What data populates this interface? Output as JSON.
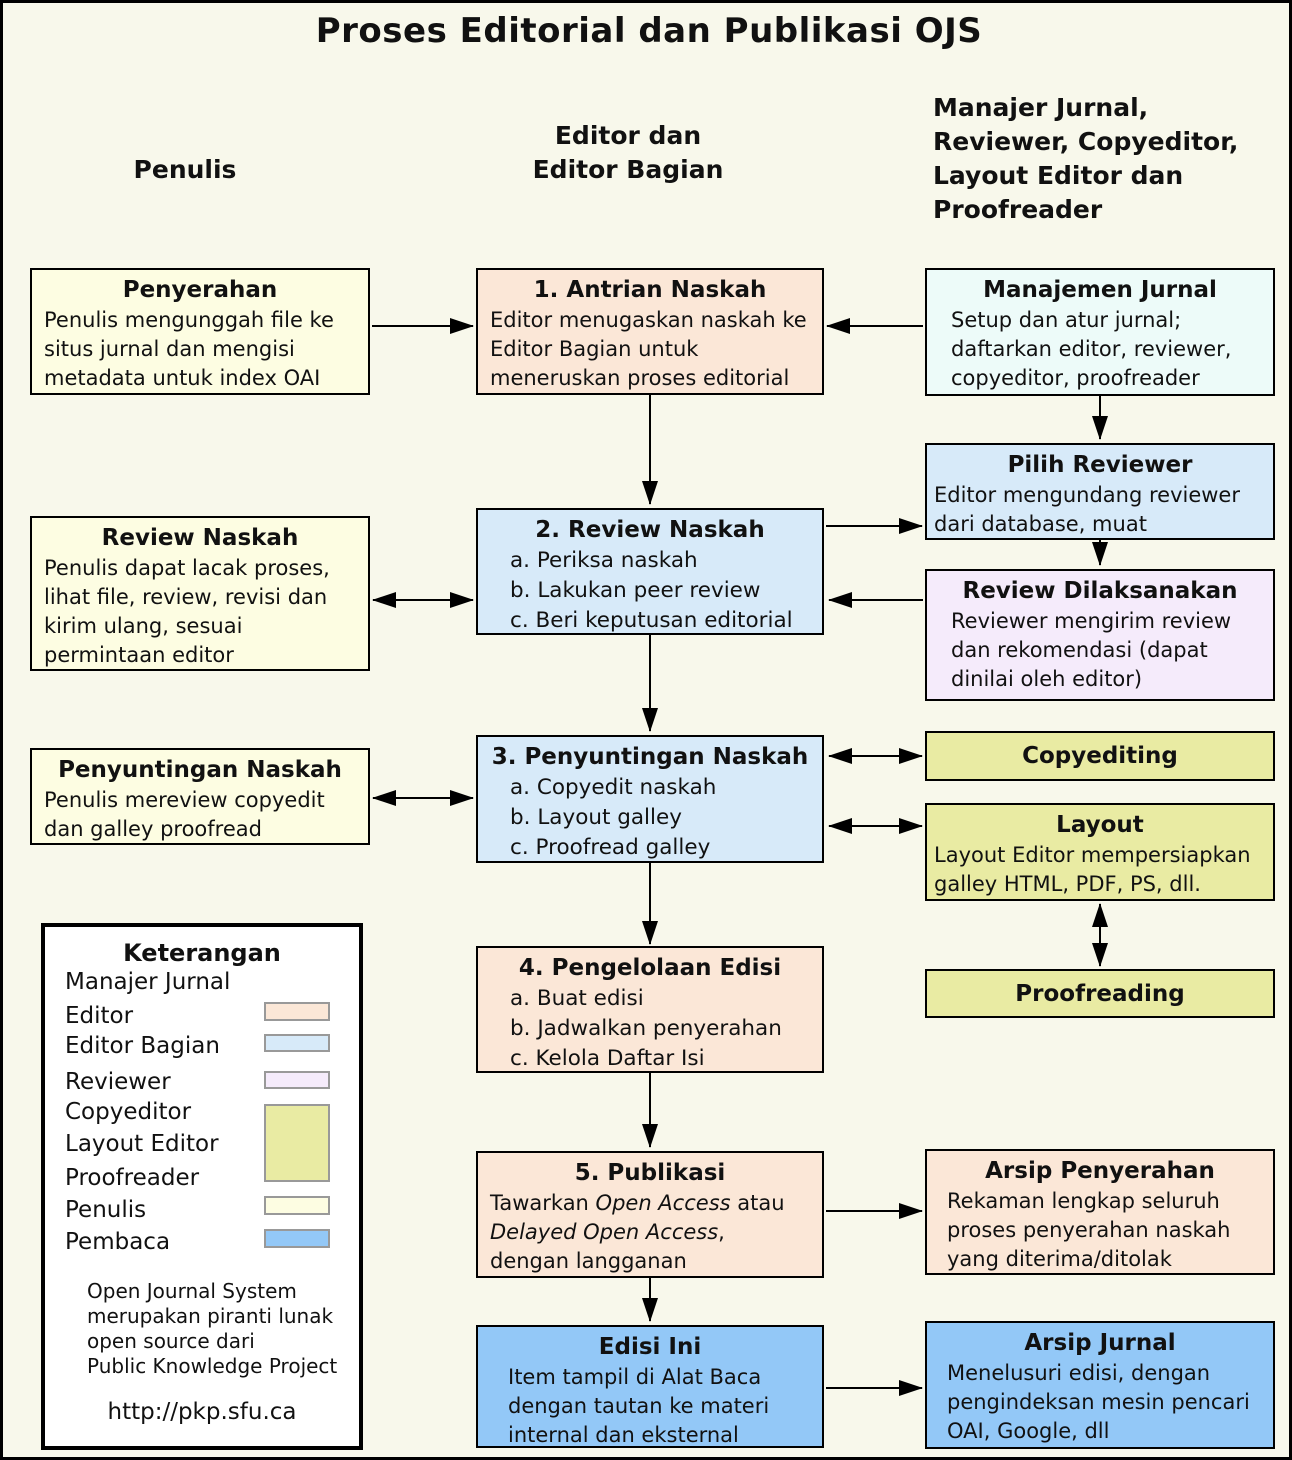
{
  "title": "Proses Editorial dan Publikasi OJS",
  "headers": {
    "penulis": "Penulis",
    "editor_line1": "Editor dan",
    "editor_line2": "Editor Bagian",
    "manajer_lines": [
      "Manajer Jurnal,",
      "Reviewer, Copyeditor,",
      "Layout Editor dan",
      "Proofreader"
    ]
  },
  "left": {
    "penyerahan": {
      "title": "Penyerahan",
      "body": "Penulis mengunggah file ke situs jurnal dan mengisi metadata untuk index OAI"
    },
    "review_naskah": {
      "title": "Review Naskah",
      "body": "Penulis dapat lacak proses, lihat file, review, revisi dan kirim ulang, sesuai permintaan editor"
    },
    "penyuntingan_naskah": {
      "title": "Penyuntingan Naskah",
      "body": "Penulis mereview copyedit dan galley proofread"
    }
  },
  "middle": {
    "antrian": {
      "title": "1. Antrian Naskah",
      "body": "Editor menugaskan naskah ke Editor Bagian untuk meneruskan proses editorial"
    },
    "review": {
      "title": "2. Review Naskah",
      "items": [
        "a. Periksa naskah",
        "b. Lakukan peer review",
        "c. Beri keputusan editorial"
      ]
    },
    "penyuntingan": {
      "title": "3. Penyuntingan Naskah",
      "items": [
        "a. Copyedit naskah",
        "b. Layout galley",
        "c. Proofread galley"
      ]
    },
    "pengelolaan": {
      "title": "4. Pengelolaan Edisi",
      "items": [
        "a. Buat edisi",
        "b. Jadwalkan penyerahan",
        "c. Kelola Daftar Isi"
      ]
    },
    "publikasi": {
      "title": "5. Publikasi",
      "l1a": "Tawarkan ",
      "l1i": "Open Access",
      "l1b": " atau",
      "l2i": "Delayed Open Access",
      "l2b": ",",
      "l3": "dengan langganan"
    },
    "edisi_ini": {
      "title": "Edisi Ini",
      "body": "Item tampil di Alat Baca dengan tautan ke materi internal dan eksternal"
    }
  },
  "right": {
    "manajemen": {
      "title": "Manajemen Jurnal",
      "body": "Setup dan atur jurnal; daftarkan editor, reviewer, copyeditor, proofreader"
    },
    "pilih_reviewer": {
      "title": "Pilih Reviewer",
      "body": "Editor mengundang reviewer dari database, muat"
    },
    "review_dilaksanakan": {
      "title": "Review Dilaksanakan",
      "body": "Reviewer mengirim review dan rekomendasi (dapat dinilai oleh editor)"
    },
    "copyediting": {
      "title": "Copyediting"
    },
    "layout": {
      "title": "Layout",
      "body": "Layout Editor mempersiapkan galley HTML, PDF, PS, dll."
    },
    "proofreading": {
      "title": "Proofreading"
    },
    "arsip_penyerahan": {
      "title": "Arsip Penyerahan",
      "body": "Rekaman lengkap seluruh proses penyerahan naskah yang diterima/ditolak"
    },
    "arsip_jurnal": {
      "title": "Arsip Jurnal",
      "body": "Menelusuri edisi, dengan pengindeksan mesin pencari OAI, Google, dll"
    }
  },
  "legend": {
    "title": "Keterangan",
    "entries": [
      {
        "label": "Manajer Jurnal",
        "color": ""
      },
      {
        "label": "Editor",
        "color": "#FBE7D7"
      },
      {
        "label": "Editor Bagian",
        "color": "#D7EAF9"
      },
      {
        "label": "Reviewer",
        "color": "#F5EBFB"
      },
      {
        "label": "Copyeditor",
        "color": "#E9EBA3"
      },
      {
        "label": "Layout Editor",
        "color": "#E9EBA3"
      },
      {
        "label": "Proofreader",
        "color": "#E9EBA3"
      },
      {
        "label": "Penulis",
        "color": "#FDFDE2"
      },
      {
        "label": "Pembaca",
        "color": "#93C8F7"
      }
    ],
    "footer_lines": [
      "Open Journal System",
      "merupakan piranti lunak",
      "open source dari",
      "Public Knowledge Project"
    ],
    "url": "http://pkp.sfu.ca"
  },
  "colors": {
    "background": "#F8F8EB",
    "editor": "#FBE7D7",
    "editor_bagian": "#D7EAF9",
    "manajer_jurnal": "#EDFBF9",
    "reviewer": "#F5EBFB",
    "copyeditor_layout_proofreader": "#E9EBA3",
    "penulis": "#FDFDE2",
    "pembaca": "#93C8F7",
    "line": "#000000"
  }
}
